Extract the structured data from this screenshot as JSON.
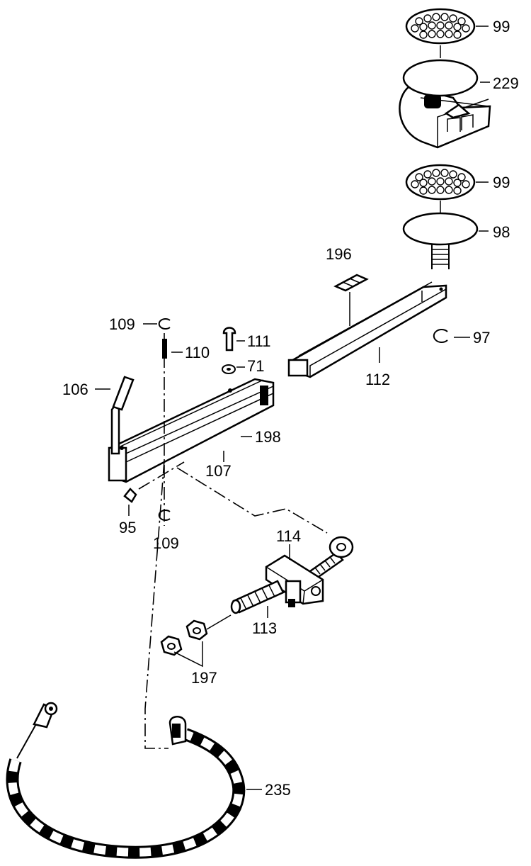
{
  "callouts": [
    {
      "id": "c99a",
      "text": "99"
    },
    {
      "id": "c229",
      "text": "229"
    },
    {
      "id": "c99b",
      "text": "99"
    },
    {
      "id": "c98",
      "text": "98"
    },
    {
      "id": "c196",
      "text": "196"
    },
    {
      "id": "c97",
      "text": "97"
    },
    {
      "id": "c112",
      "text": "112"
    },
    {
      "id": "c109a",
      "text": "109"
    },
    {
      "id": "c111",
      "text": "111"
    },
    {
      "id": "c110",
      "text": "110"
    },
    {
      "id": "c71",
      "text": "71"
    },
    {
      "id": "c106",
      "text": "106"
    },
    {
      "id": "c198",
      "text": "198"
    },
    {
      "id": "c107",
      "text": "107"
    },
    {
      "id": "c95",
      "text": "95"
    },
    {
      "id": "c109b",
      "text": "109"
    },
    {
      "id": "c114",
      "text": "114"
    },
    {
      "id": "c113",
      "text": "113"
    },
    {
      "id": "c197",
      "text": "197"
    },
    {
      "id": "c235",
      "text": "235"
    }
  ]
}
